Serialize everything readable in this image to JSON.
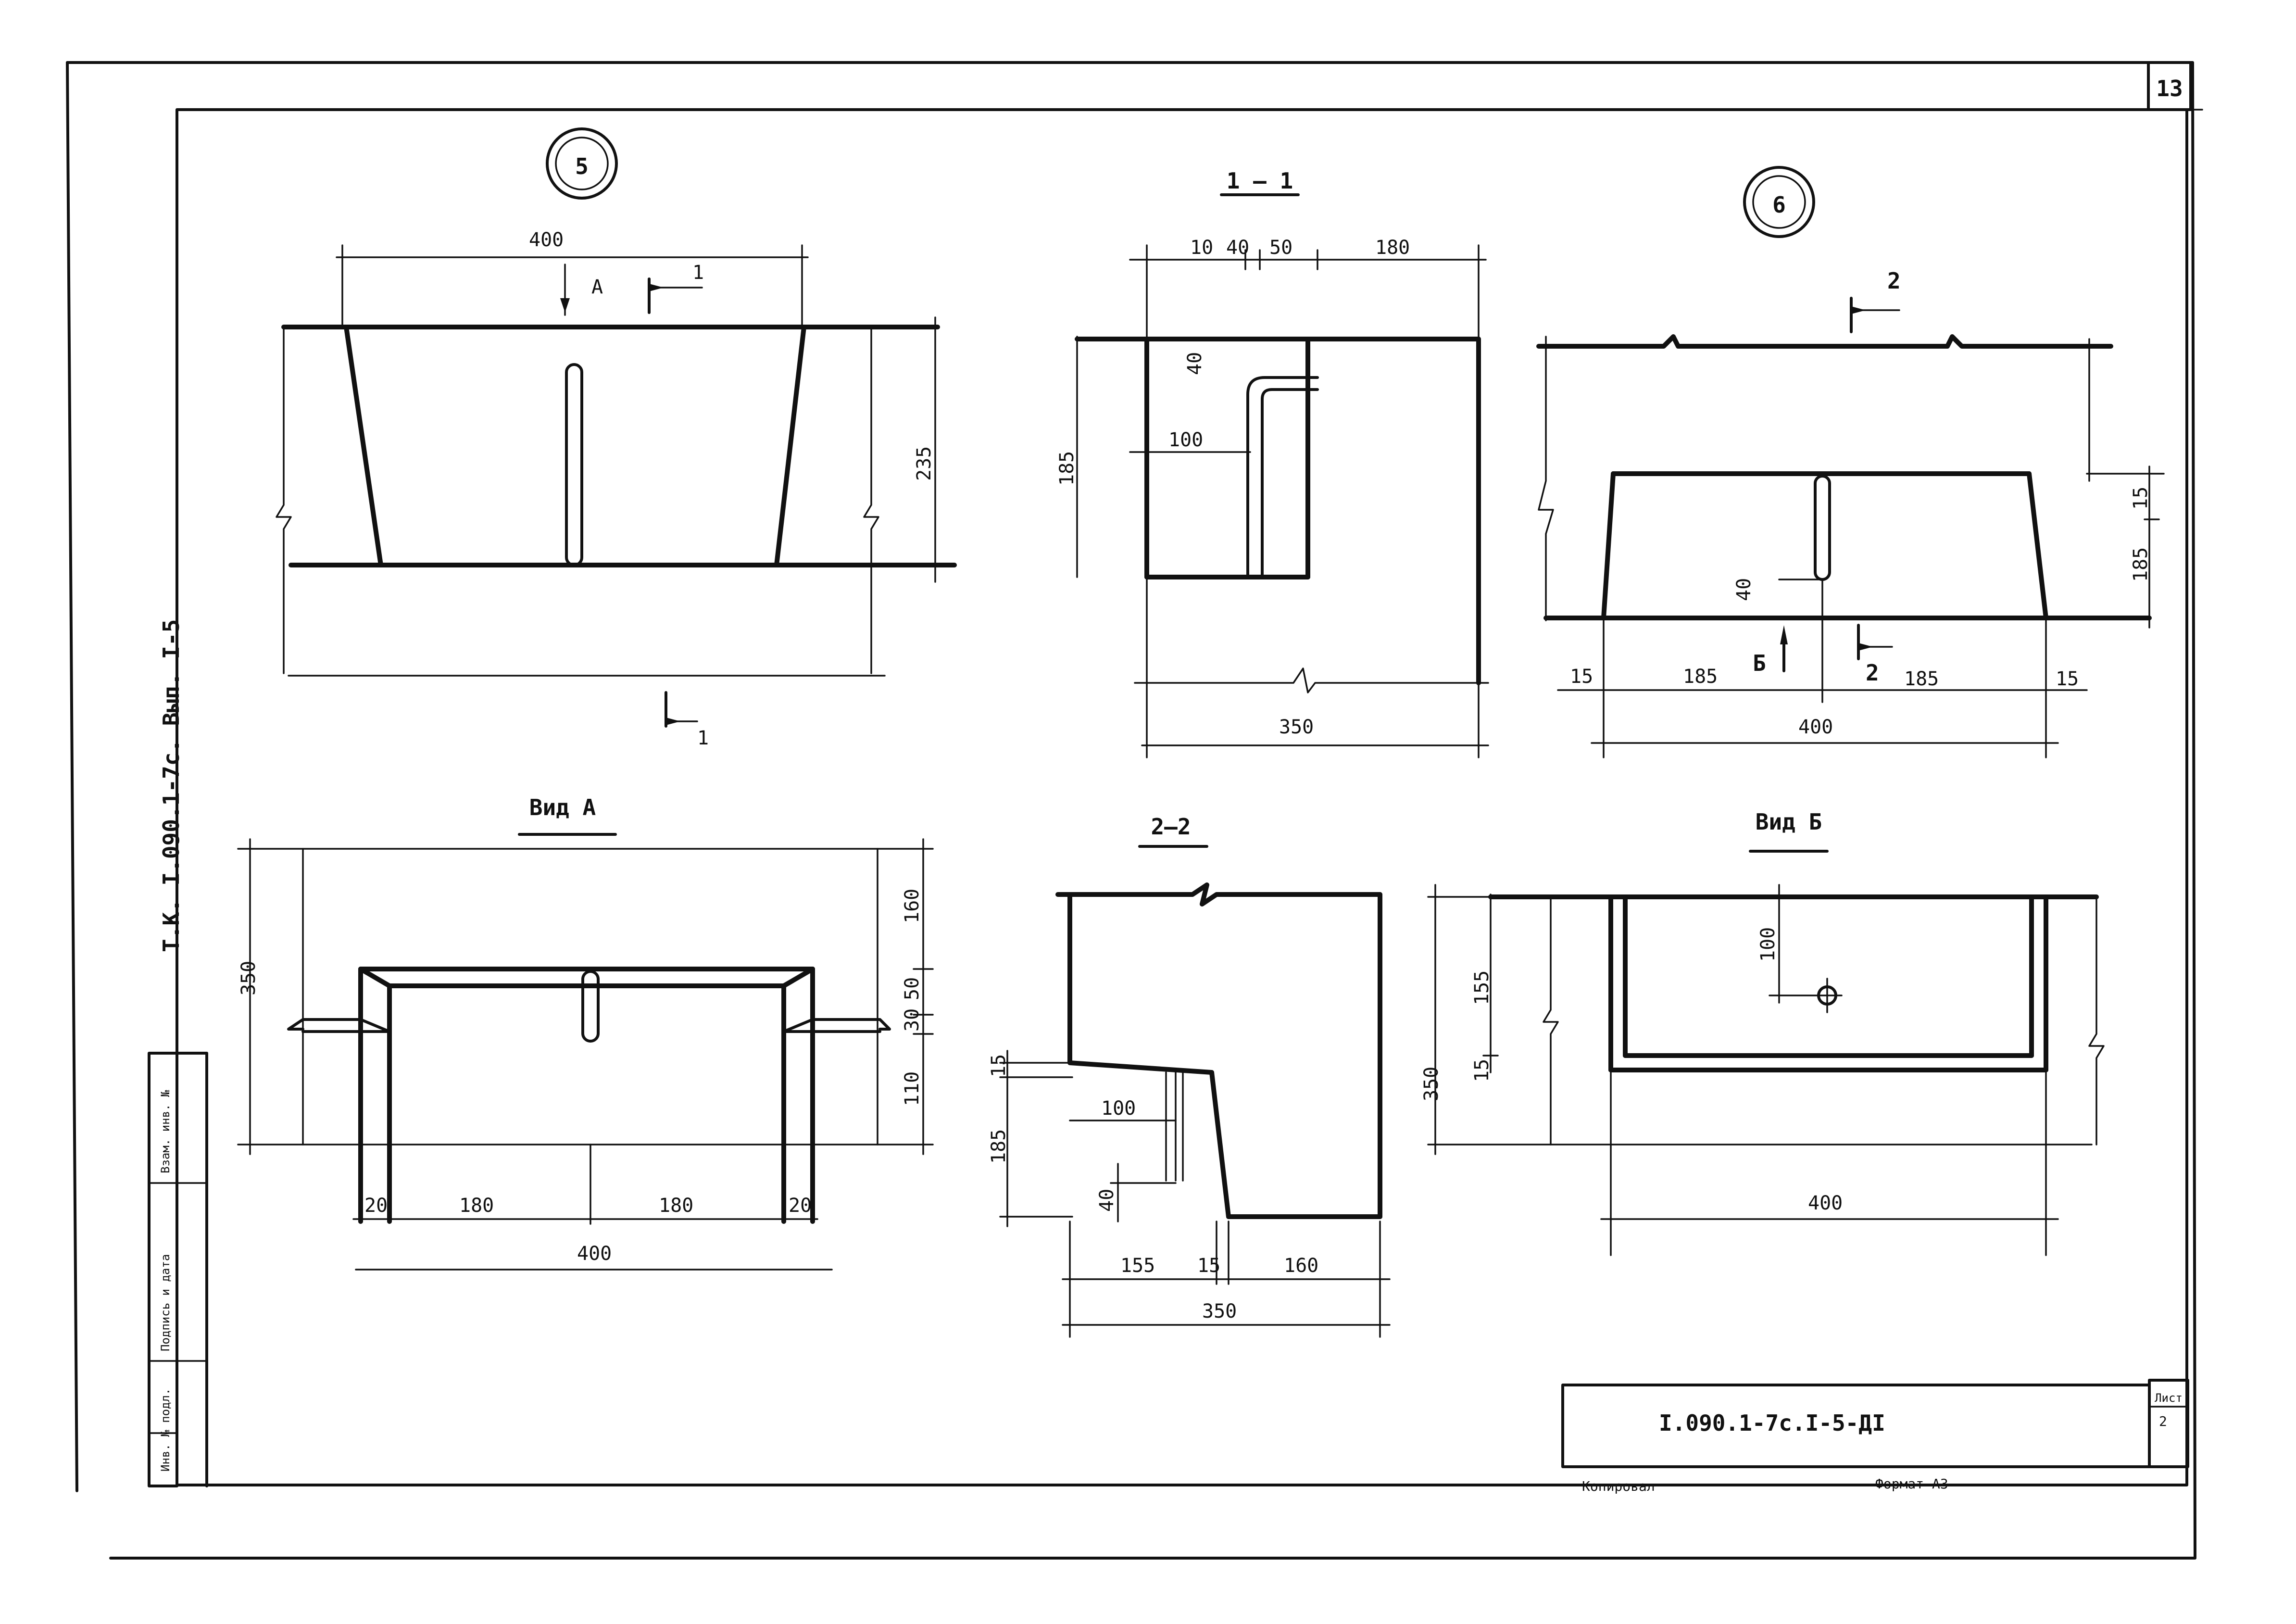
{
  "sheet": {
    "sheet_no": "13",
    "side_stamp": "Т.К. I.090.1-7с. Вып. I-5",
    "side_table": [
      "Инв. № подл.",
      "Подпись и дата",
      "Взам. инв. №"
    ],
    "title_block": {
      "code": "I.090.1-7с.I-5-ДI",
      "list_label": "Лист",
      "list_no": "2"
    },
    "footer": {
      "copied": "Копировал",
      "format": "Формат А3"
    }
  },
  "views": {
    "node5": {
      "circle": "5",
      "arrow_a": "А",
      "cut1": "1",
      "dims": {
        "top": "400",
        "right": "235"
      }
    },
    "section11": {
      "title": "1 – 1",
      "dims": {
        "d10": "10",
        "d40": "40",
        "d50": "50",
        "d180": "180",
        "h40": "40",
        "h100": "100",
        "h185": "185",
        "bottom": "350"
      }
    },
    "node6": {
      "circle": "6",
      "cut2": "2",
      "arrow_b": "Б",
      "dims": {
        "v40": "40",
        "r15": "15",
        "r185": "185",
        "b15a": "15",
        "b185a": "185",
        "b185b": "185",
        "b15b": "15",
        "bottom": "400"
      }
    },
    "vida": {
      "title": "Вид А",
      "dims": {
        "left": "350",
        "r160": "160",
        "r50": "50",
        "r30": "30",
        "r110": "110",
        "b20a": "20",
        "b180a": "180",
        "b180b": "180",
        "b20b": "20",
        "bottom": "400"
      }
    },
    "section22": {
      "title": "2–2",
      "dims": {
        "l15": "15",
        "l185": "185",
        "w100": "100",
        "h40": "40",
        "b155": "155",
        "b15": "15",
        "b160": "160",
        "bottom": "350"
      }
    },
    "vidb": {
      "title": "Вид Б",
      "dims": {
        "left": "350",
        "l155": "155",
        "l15": "15",
        "v100": "100",
        "bottom": "400"
      }
    }
  }
}
